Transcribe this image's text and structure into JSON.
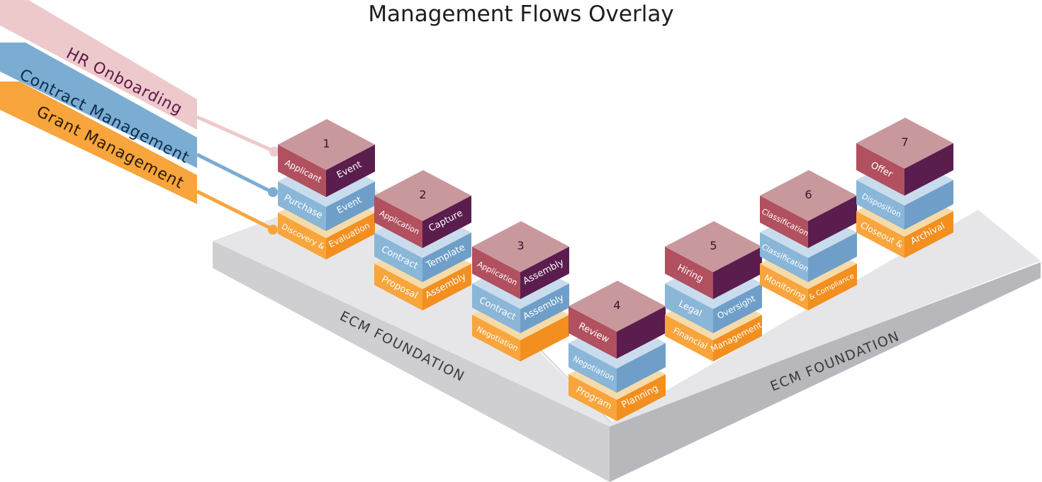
{
  "title": "Management Flows Overlay",
  "foundation_labels": [
    "ECM FOUNDATION",
    "ECM FOUNDATION"
  ],
  "flows": [
    {
      "name": "HR Onboarding",
      "color": "#eec9cc",
      "text_color": "#5e1848"
    },
    {
      "name": "Contract Management",
      "color": "#7badd2",
      "text_color": "#0d2b4f"
    },
    {
      "name": "Grant Management",
      "color": "#f7a53c",
      "text_color": "#2a1a06"
    }
  ],
  "colors": {
    "hr_top": "#c9989d",
    "hr_left": "#b1505f",
    "hr_right": "#5a1d4e",
    "contract_top": "#c9dced",
    "contract_left": "#8ab6d8",
    "contract_right": "#6f9fc8",
    "grant_top": "#f6dba9",
    "grant_left": "#f7a53c",
    "grant_right": "#f28f1e",
    "platform_top": "#e4e4e6",
    "platform_left": "#c7c7ca",
    "platform_right": "#b4b4b8"
  },
  "stages": [
    {
      "number": "1",
      "hr": [
        "Applicant",
        "Event"
      ],
      "contract": [
        "Purchase",
        "Event"
      ],
      "grant": [
        "Discovery &",
        "Evaluation"
      ]
    },
    {
      "number": "2",
      "hr": [
        "Application",
        "Capture"
      ],
      "contract": [
        "Contract",
        "Template"
      ],
      "grant": [
        "Proposal",
        "Assembly"
      ]
    },
    {
      "number": "3",
      "hr": [
        "Application",
        "Assembly"
      ],
      "contract": [
        "Contract",
        "Assembly"
      ],
      "grant": [
        "Negotiation",
        ""
      ]
    },
    {
      "number": "4",
      "hr": [
        "Review",
        ""
      ],
      "contract": [
        "Negotiation",
        ""
      ],
      "grant": [
        "Program",
        "Planning"
      ]
    },
    {
      "number": "5",
      "hr": [
        "Hiring",
        ""
      ],
      "contract": [
        "Legal",
        "Oversight"
      ],
      "grant": [
        "Financial",
        "Management"
      ]
    },
    {
      "number": "6",
      "hr": [
        "Classification",
        ""
      ],
      "contract": [
        "Classification",
        ""
      ],
      "grant": [
        "Monitoring",
        "& Compliance"
      ]
    },
    {
      "number": "7",
      "hr": [
        "Offer",
        ""
      ],
      "contract": [
        "Disposition",
        ""
      ],
      "grant": [
        "Closeout &",
        "Archival"
      ]
    }
  ]
}
